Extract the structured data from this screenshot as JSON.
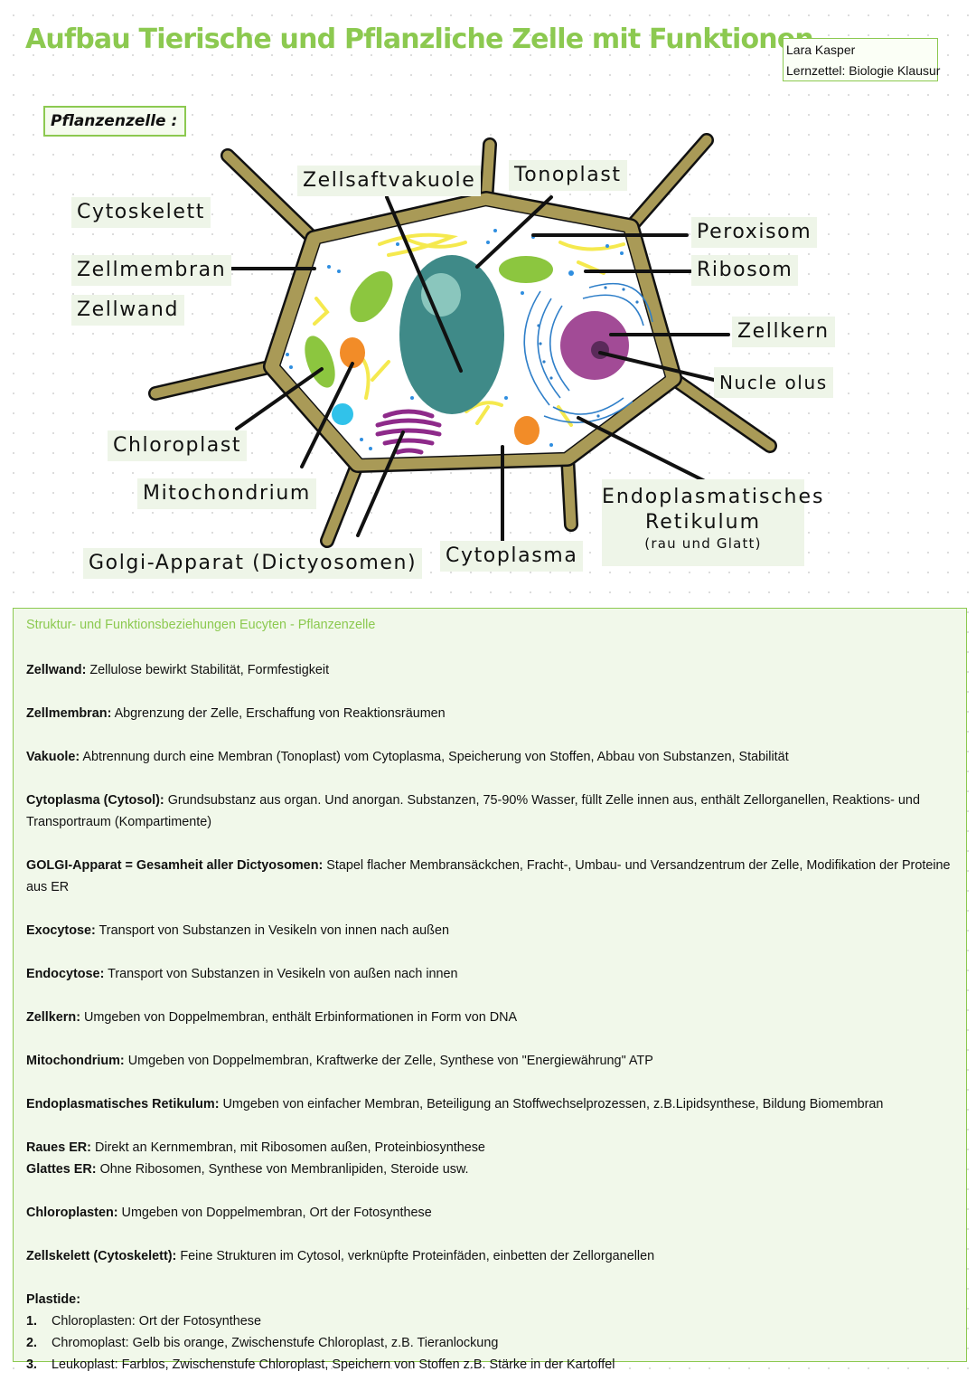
{
  "header": {
    "title": "Aufbau Tierische und Pflanzliche Zelle mit Funktionen",
    "author": "Lara Kasper",
    "subtitle": "Lernzettel: Biologie Klausur"
  },
  "diagram": {
    "section_label": "Pflanzenzelle :",
    "labels": {
      "cytoskelett": "Cytoskelett",
      "zellmembran": "Zellmembran",
      "zellwand": "Zellwand",
      "zellsaftvakuole": "Zellsaftvakuole",
      "tonoplast": "Tonoplast",
      "peroxisom": "Peroxisom",
      "ribosom": "Ribosom",
      "zellkern": "Zellkern",
      "nucleolus": "Nucle olus",
      "chloroplast": "Chloroplast",
      "mitochondrium": "Mitochondrium",
      "golgi": "Golgi-Apparat (Dictyosomen)",
      "cytoplasma": "Cytoplasma",
      "er_line1": "Endoplasmatisches",
      "er_line2": "Retikulum",
      "er_line3": "(rau und Glatt)"
    },
    "colors": {
      "cell_wall": "#a99a57",
      "chloroplast": "#8cc63f",
      "mitochondrium": "#f28c28",
      "vacuole": "#3f8a88",
      "nucleus": "#a24b96",
      "golgi": "#8e2a8a",
      "cytoskeleton": "#f5e94e",
      "ribosome": "#2f8ee0",
      "peroxisome": "#31c2ea",
      "accent": "#8cc950"
    }
  },
  "info": {
    "title": "Struktur- und Funktionsbeziehungen Eucyten - Pflanzenzelle",
    "entries": [
      {
        "term": "Zellwand:",
        "text": " Zellulose bewirkt Stabilität, Formfestigkeit"
      },
      {
        "term": "Zellmembran:",
        "text": " Abgrenzung der Zelle, Erschaffung von Reaktionsräumen"
      },
      {
        "term": "Vakuole:",
        "text": " Abtrennung durch eine Membran (Tonoplast) vom Cytoplasma, Speicherung von Stoffen, Abbau von Substanzen, Stabilität"
      },
      {
        "term": "Cytoplasma (Cytosol):",
        "text": " Grundsubstanz aus organ. Und anorgan.  Substanzen, 75-90% Wasser, füllt Zelle innen aus, enthält Zellorganellen, Reaktions- und Transportraum (Kompartimente)"
      },
      {
        "term": "GOLGI-Apparat = Gesamheit aller Dictyosomen:",
        "text": " Stapel flacher Membransäckchen, Fracht-, Umbau- und Versandzentrum der Zelle, Modifikation der Proteine aus ER"
      },
      {
        "term": "Exocytose:",
        "text": " Transport von Substanzen in Vesikeln von innen nach außen"
      },
      {
        "term": "Endocytose:",
        "text": " Transport von Substanzen in Vesikeln von außen nach innen"
      },
      {
        "term": "Zellkern:",
        "text": " Umgeben von Doppelmembran, enthält Erbinformationen in Form von DNA"
      },
      {
        "term": "Mitochondrium:",
        "text": " Umgeben von Doppelmembran, Kraftwerke der Zelle, Synthese von \"Energiewährung\" ATP"
      },
      {
        "term": "Endoplasmatisches Retikulum:",
        "text": " Umgeben von einfacher Membran, Beteiligung an Stoffwechselprozessen, z.B.Lipidsynthese, Bildung Biomembran"
      },
      {
        "term": "Raues ER:",
        "text": " Direkt an Kernmembran, mit Ribosomen außen, Proteinbiosynthese"
      },
      {
        "term": "Glattes ER:",
        "text": " Ohne Ribosomen, Synthese von Membranlipiden, Steroide usw."
      },
      {
        "term": "Chloroplasten:",
        "text": " Umgeben von Doppelmembran, Ort der Fotosynthese"
      },
      {
        "term": "Zellskelett (Cytoskelett):",
        "text": " Feine Strukturen im Cytosol, verknüpfte Proteinfäden, einbetten der Zellorganellen"
      }
    ],
    "plastide": {
      "title": "Plastide:",
      "items": [
        {
          "num": "1.",
          "text": "Chloroplasten: Ort der Fotosynthese"
        },
        {
          "num": "2.",
          "text": "Chromoplast: Gelb bis orange, Zwischenstufe Chloroplast, z.B. Tieranlockung"
        },
        {
          "num": "3.",
          "text": "Leukoplast: Farblos, Zwischenstufe Chloroplast, Speichern von Stoffen z.B. Stärke in der Kartoffel"
        }
      ]
    }
  }
}
